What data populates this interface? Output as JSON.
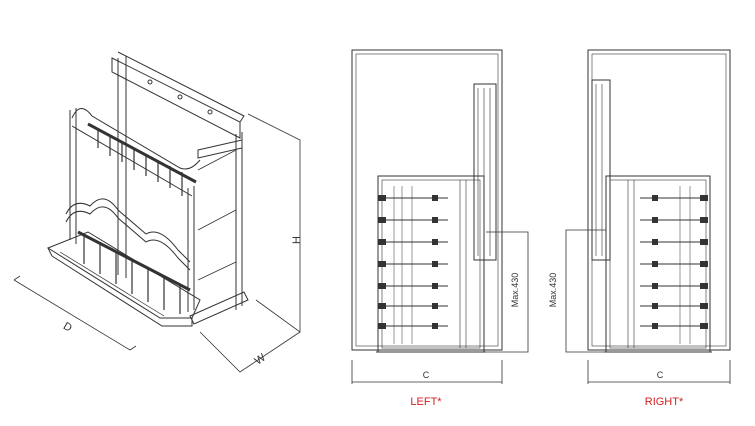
{
  "dimensions": {
    "height": "H",
    "depth": "D",
    "width": "W",
    "cabinet_width_left": "C",
    "cabinet_width_right": "C",
    "max_left": "Max.430",
    "max_right": "Max.430"
  },
  "views": {
    "left_caption": "LEFT*",
    "right_caption": "RIGHT*"
  },
  "colors": {
    "line": "#333333",
    "caption": "#d42020"
  }
}
